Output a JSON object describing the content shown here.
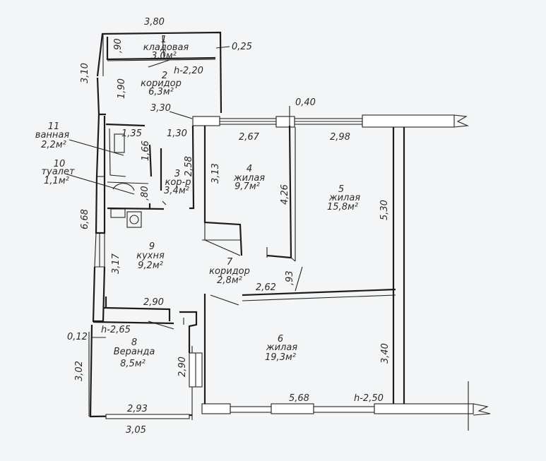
{
  "rooms": [
    {
      "id": "1",
      "name": "кладовая",
      "area": "3,0м²"
    },
    {
      "id": "2",
      "name": "коридор",
      "area": "6,3м²"
    },
    {
      "id": "3",
      "name": "кор-р",
      "area": "3,4м²"
    },
    {
      "id": "4",
      "name": "жилая",
      "area": "9,7м²"
    },
    {
      "id": "5",
      "name": "жилая",
      "area": "15,8м²"
    },
    {
      "id": "6",
      "name": "жилая",
      "area": "19,3м²"
    },
    {
      "id": "7",
      "name": "коридор",
      "area": "2,8м²"
    },
    {
      "id": "8",
      "name": "Веранда",
      "area": "8,5м²"
    },
    {
      "id": "9",
      "name": "кухня",
      "area": "9,2м²"
    },
    {
      "id": "10",
      "name": "туалет",
      "area": "1,1м²"
    },
    {
      "id": "11",
      "name": "ванная",
      "area": "2,2м²"
    }
  ],
  "dimensions": [
    "3,80",
    ",90",
    "0,25",
    "h-2,20",
    "3,10",
    "1,90",
    "3,30",
    "0,40",
    "2,67",
    "2,98",
    "1,35",
    "1,30",
    "1,66",
    "2,58",
    "3,13",
    "4,26",
    "5,30",
    ",80",
    "6,68",
    "3,17",
    ",93",
    "2,62",
    "2,90",
    "0,12",
    "h-2,65",
    "3,02",
    "2,90",
    "5,68",
    "h-2,50",
    "3,40",
    "2,93",
    "3,05"
  ]
}
